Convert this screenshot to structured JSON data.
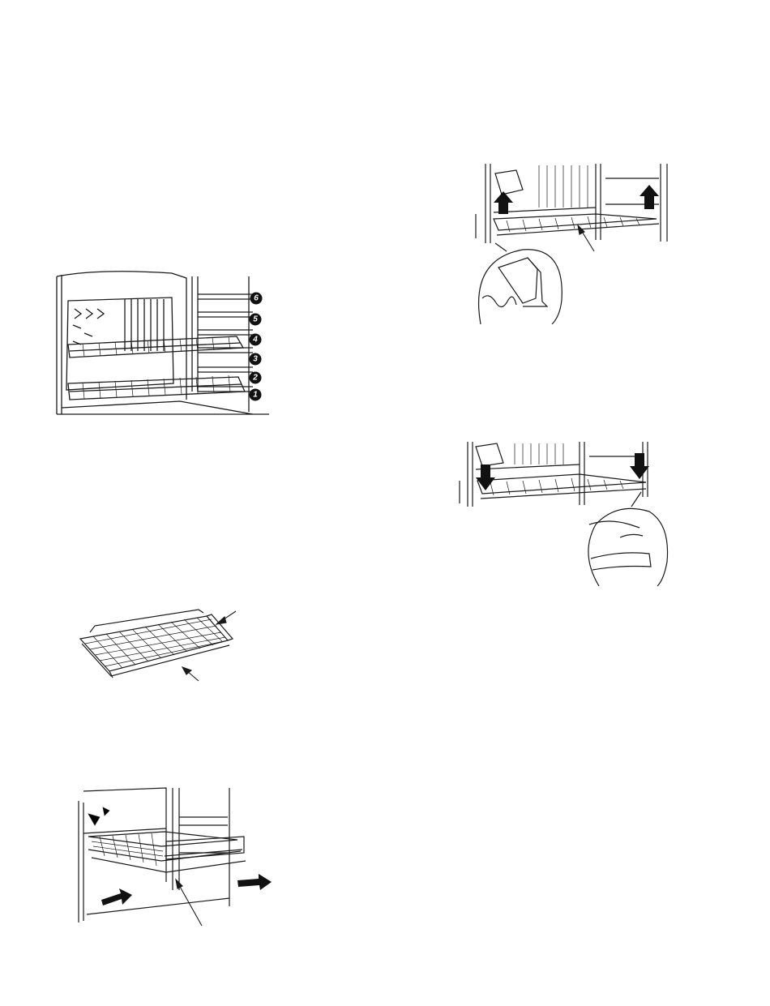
{
  "figures": {
    "rack_positions": {
      "position_labels": [
        "6",
        "5",
        "4",
        "3",
        "2",
        "1"
      ]
    },
    "colors": {
      "line": "#1a1a1a",
      "fill_dark": "#111111",
      "grey": "#666666"
    }
  }
}
